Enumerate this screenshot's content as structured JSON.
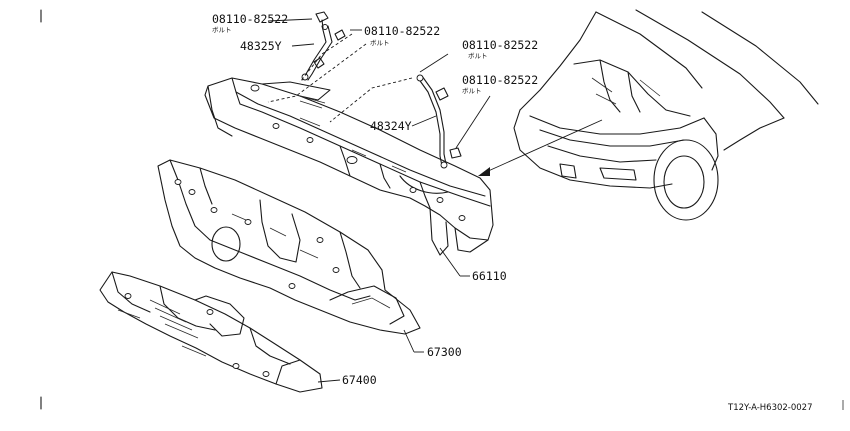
{
  "parts": [
    {
      "id": "bolt-top-left",
      "number": "08110-82522",
      "subtitle": "ボルト"
    },
    {
      "id": "bolt-top-right",
      "number": "08110-82522",
      "subtitle": "ボルト"
    },
    {
      "id": "bolt-mid",
      "number": "08110-82522",
      "subtitle": "ボルト"
    },
    {
      "id": "bolt-lower",
      "number": "08110-82522",
      "subtitle": "ボルト"
    },
    {
      "id": "stay-48325",
      "number": "48325Y"
    },
    {
      "id": "stay-48324",
      "number": "48324Y"
    },
    {
      "id": "cowl-top",
      "number": "66110"
    },
    {
      "id": "dash-panel",
      "number": "67300"
    },
    {
      "id": "floor-front",
      "number": "67400"
    }
  ],
  "footer": {
    "drawing_code": "T12Y-A-H6302-0027"
  }
}
